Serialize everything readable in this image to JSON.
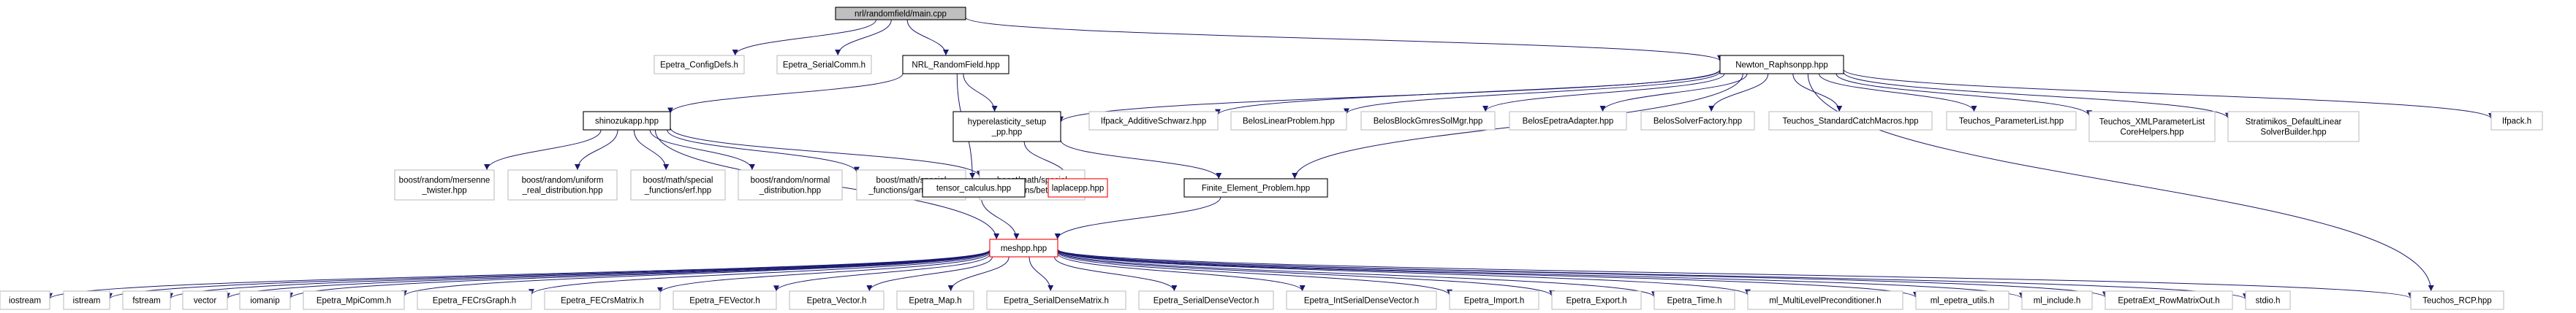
{
  "colors": {
    "edge": "#191970",
    "doc_border": "#000000",
    "external_border": "#bfbfbf",
    "missing_border": "#ff0000",
    "root_fill": "#bfbfbf",
    "fill": "#ffffff"
  },
  "nodes": [
    {
      "id": "main",
      "lines": [
        "nrl/randomfield/main.cpp"
      ],
      "kind": "root"
    },
    {
      "id": "configdefs",
      "lines": [
        "Epetra_ConfigDefs.h"
      ],
      "kind": "external"
    },
    {
      "id": "serialcomm",
      "lines": [
        "Epetra_SerialComm.h"
      ],
      "kind": "external"
    },
    {
      "id": "nrl_rf",
      "lines": [
        "NRL_RandomField.hpp"
      ],
      "kind": "documented"
    },
    {
      "id": "newton",
      "lines": [
        "Newton_Raphsonpp.hpp"
      ],
      "kind": "documented"
    },
    {
      "id": "shinozuka",
      "lines": [
        "shinozukapp.hpp"
      ],
      "kind": "documented"
    },
    {
      "id": "hyper",
      "lines": [
        "hyperelasticity_setup",
        "_pp.hpp"
      ],
      "kind": "documented"
    },
    {
      "id": "ifpack_as",
      "lines": [
        "Ifpack_AdditiveSchwarz.hpp"
      ],
      "kind": "external"
    },
    {
      "id": "belos_lp",
      "lines": [
        "BelosLinearProblem.hpp"
      ],
      "kind": "external"
    },
    {
      "id": "belos_bg",
      "lines": [
        "BelosBlockGmresSolMgr.hpp"
      ],
      "kind": "external"
    },
    {
      "id": "belos_ea",
      "lines": [
        "BelosEpetraAdapter.hpp"
      ],
      "kind": "external"
    },
    {
      "id": "belos_sf",
      "lines": [
        "BelosSolverFactory.hpp"
      ],
      "kind": "external"
    },
    {
      "id": "teuchos_scm",
      "lines": [
        "Teuchos_StandardCatchMacros.hpp"
      ],
      "kind": "external"
    },
    {
      "id": "teuchos_pl",
      "lines": [
        "Teuchos_ParameterList.hpp"
      ],
      "kind": "external"
    },
    {
      "id": "teuchos_xml",
      "lines": [
        "Teuchos_XMLParameterList",
        "CoreHelpers.hpp"
      ],
      "kind": "external"
    },
    {
      "id": "stratimikos",
      "lines": [
        "Stratimikos_DefaultLinear",
        "SolverBuilder.hpp"
      ],
      "kind": "external"
    },
    {
      "id": "ifpack",
      "lines": [
        "Ifpack.h"
      ],
      "kind": "external"
    },
    {
      "id": "mersenne",
      "lines": [
        "boost/random/mersenne",
        "_twister.hpp"
      ],
      "kind": "external"
    },
    {
      "id": "uniform",
      "lines": [
        "boost/random/uniform",
        "_real_distribution.hpp"
      ],
      "kind": "external"
    },
    {
      "id": "erf",
      "lines": [
        "boost/math/special",
        "_functions/erf.hpp"
      ],
      "kind": "external"
    },
    {
      "id": "normal",
      "lines": [
        "boost/random/normal",
        "_distribution.hpp"
      ],
      "kind": "external"
    },
    {
      "id": "gamma",
      "lines": [
        "boost/math/special",
        "_functions/gamma.hpp"
      ],
      "kind": "external"
    },
    {
      "id": "beta",
      "lines": [
        "boost/math/special",
        "_functions/beta.hpp"
      ],
      "kind": "external"
    },
    {
      "id": "tensor",
      "lines": [
        "tensor_calculus.hpp"
      ],
      "kind": "documented"
    },
    {
      "id": "laplacepp",
      "lines": [
        "laplacepp.hpp"
      ],
      "kind": "missing"
    },
    {
      "id": "fep",
      "lines": [
        "Finite_Element_Problem.hpp"
      ],
      "kind": "documented"
    },
    {
      "id": "meshpp",
      "lines": [
        "meshpp.hpp"
      ],
      "kind": "missing"
    },
    {
      "id": "iostream",
      "lines": [
        "iostream"
      ],
      "kind": "external"
    },
    {
      "id": "istream",
      "lines": [
        "istream"
      ],
      "kind": "external"
    },
    {
      "id": "fstream",
      "lines": [
        "fstream"
      ],
      "kind": "external"
    },
    {
      "id": "vector",
      "lines": [
        "vector"
      ],
      "kind": "external"
    },
    {
      "id": "iomanip",
      "lines": [
        "iomanip"
      ],
      "kind": "external"
    },
    {
      "id": "mpicomm",
      "lines": [
        "Epetra_MpiComm.h"
      ],
      "kind": "external"
    },
    {
      "id": "crsgraph",
      "lines": [
        "Epetra_FECrsGraph.h"
      ],
      "kind": "external"
    },
    {
      "id": "crsmatrix",
      "lines": [
        "Epetra_FECrsMatrix.h"
      ],
      "kind": "external"
    },
    {
      "id": "fevector",
      "lines": [
        "Epetra_FEVector.h"
      ],
      "kind": "external"
    },
    {
      "id": "evector",
      "lines": [
        "Epetra_Vector.h"
      ],
      "kind": "external"
    },
    {
      "id": "emap",
      "lines": [
        "Epetra_Map.h"
      ],
      "kind": "external"
    },
    {
      "id": "sdm",
      "lines": [
        "Epetra_SerialDenseMatrix.h"
      ],
      "kind": "external"
    },
    {
      "id": "sdv",
      "lines": [
        "Epetra_SerialDenseVector.h"
      ],
      "kind": "external"
    },
    {
      "id": "isdv",
      "lines": [
        "Epetra_IntSerialDenseVector.h"
      ],
      "kind": "external"
    },
    {
      "id": "eimport",
      "lines": [
        "Epetra_Import.h"
      ],
      "kind": "external"
    },
    {
      "id": "eexport",
      "lines": [
        "Epetra_Export.h"
      ],
      "kind": "external"
    },
    {
      "id": "etime",
      "lines": [
        "Epetra_Time.h"
      ],
      "kind": "external"
    },
    {
      "id": "mlmlp",
      "lines": [
        "ml_MultiLevelPreconditioner.h"
      ],
      "kind": "external"
    },
    {
      "id": "mleu",
      "lines": [
        "ml_epetra_utils.h"
      ],
      "kind": "external"
    },
    {
      "id": "mlinc",
      "lines": [
        "ml_include.h"
      ],
      "kind": "external"
    },
    {
      "id": "rowmatrix",
      "lines": [
        "EpetraExt_RowMatrixOut.h"
      ],
      "kind": "external"
    },
    {
      "id": "stdio",
      "lines": [
        "stdio.h"
      ],
      "kind": "external"
    },
    {
      "id": "rcp",
      "lines": [
        "Teuchos_RCP.hpp"
      ],
      "kind": "external"
    }
  ],
  "edges": [
    [
      "main",
      "configdefs"
    ],
    [
      "main",
      "serialcomm"
    ],
    [
      "main",
      "nrl_rf"
    ],
    [
      "main",
      "newton"
    ],
    [
      "nrl_rf",
      "shinozuka"
    ],
    [
      "nrl_rf",
      "hyper"
    ],
    [
      "nrl_rf",
      "tensor"
    ],
    [
      "newton",
      "hyper"
    ],
    [
      "newton",
      "ifpack_as"
    ],
    [
      "newton",
      "belos_lp"
    ],
    [
      "newton",
      "belos_bg"
    ],
    [
      "newton",
      "belos_ea"
    ],
    [
      "newton",
      "belos_sf"
    ],
    [
      "newton",
      "teuchos_scm"
    ],
    [
      "newton",
      "teuchos_pl"
    ],
    [
      "newton",
      "teuchos_xml"
    ],
    [
      "newton",
      "stratimikos"
    ],
    [
      "newton",
      "ifpack"
    ],
    [
      "newton",
      "fep"
    ],
    [
      "newton",
      "rcp"
    ],
    [
      "shinozuka",
      "mersenne"
    ],
    [
      "shinozuka",
      "uniform"
    ],
    [
      "shinozuka",
      "erf"
    ],
    [
      "shinozuka",
      "normal"
    ],
    [
      "shinozuka",
      "gamma"
    ],
    [
      "shinozuka",
      "beta"
    ],
    [
      "shinozuka",
      "meshpp"
    ],
    [
      "hyper",
      "laplacepp"
    ],
    [
      "hyper",
      "fep"
    ],
    [
      "tensor",
      "meshpp"
    ],
    [
      "fep",
      "meshpp"
    ],
    [
      "meshpp",
      "iostream"
    ],
    [
      "meshpp",
      "istream"
    ],
    [
      "meshpp",
      "fstream"
    ],
    [
      "meshpp",
      "vector"
    ],
    [
      "meshpp",
      "iomanip"
    ],
    [
      "meshpp",
      "mpicomm"
    ],
    [
      "meshpp",
      "crsgraph"
    ],
    [
      "meshpp",
      "crsmatrix"
    ],
    [
      "meshpp",
      "fevector"
    ],
    [
      "meshpp",
      "evector"
    ],
    [
      "meshpp",
      "emap"
    ],
    [
      "meshpp",
      "sdm"
    ],
    [
      "meshpp",
      "sdv"
    ],
    [
      "meshpp",
      "isdv"
    ],
    [
      "meshpp",
      "eimport"
    ],
    [
      "meshpp",
      "eexport"
    ],
    [
      "meshpp",
      "etime"
    ],
    [
      "meshpp",
      "mlmlp"
    ],
    [
      "meshpp",
      "mleu"
    ],
    [
      "meshpp",
      "mlinc"
    ],
    [
      "meshpp",
      "rowmatrix"
    ],
    [
      "meshpp",
      "stdio"
    ],
    [
      "meshpp",
      "rcp"
    ]
  ]
}
